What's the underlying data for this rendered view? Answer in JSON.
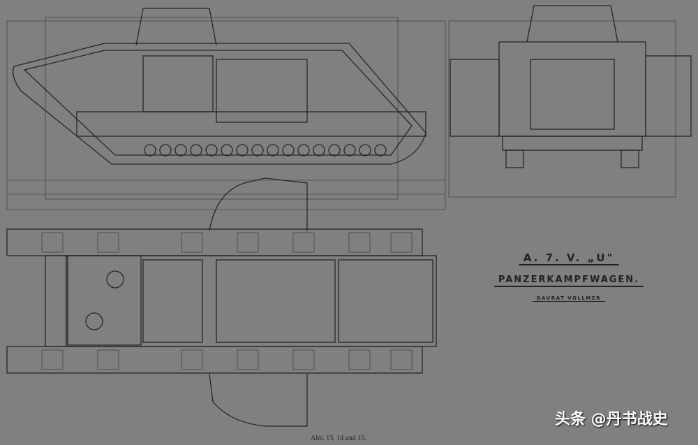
{
  "drawing": {
    "title": "A. 7. V. „U\"",
    "subtitle": "PANZERKAMPFWAGEN.",
    "designer": "BAURAT VOLLMER",
    "caption": "Abb. 13, 14 und 15.",
    "views": [
      "side-view",
      "front-view",
      "top-view"
    ]
  },
  "watermark": "头条 @丹书战史",
  "colors": {
    "paper": "#808080",
    "ink": "#262626",
    "shaded": "#5a5a5a"
  }
}
